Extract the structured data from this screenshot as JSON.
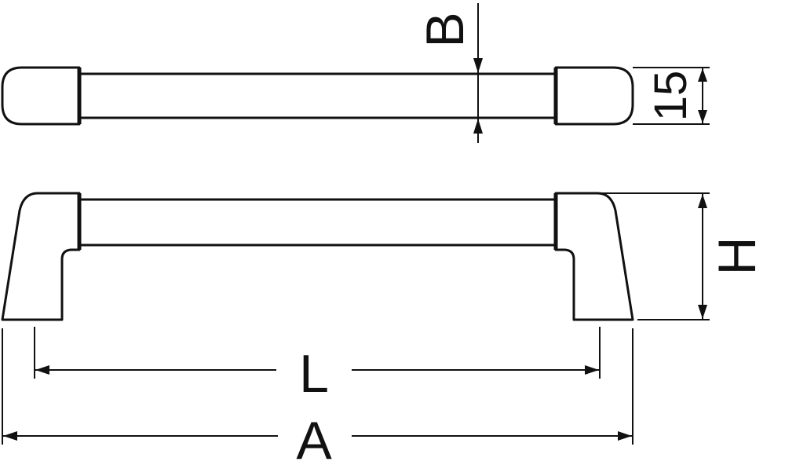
{
  "dimensions": {
    "top_view": {
      "bar_diameter_label": "B",
      "end_height_label": "15"
    },
    "side_view": {
      "height_label": "H",
      "center_distance_label": "L",
      "overall_length_label": "A"
    }
  },
  "colors": {
    "line": "#111111",
    "background": "#ffffff"
  }
}
